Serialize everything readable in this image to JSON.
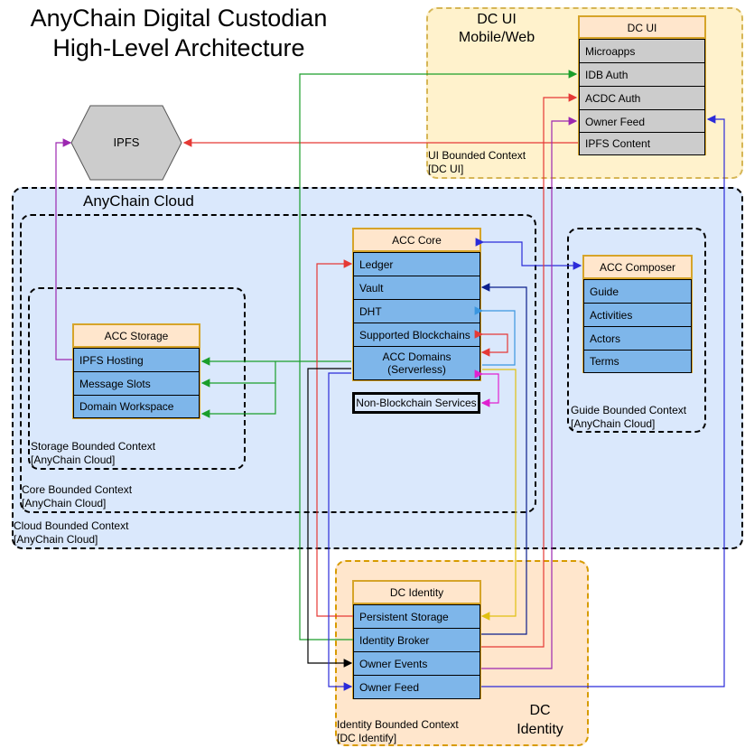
{
  "title": {
    "line1": "AnyChain Digital Custodian",
    "line2": "High-Level Architecture"
  },
  "ui_region": {
    "title_line1": "DC UI",
    "title_line2": "Mobile/Web",
    "context_label": "UI Bounded Context\n[DC UI]"
  },
  "cloud_region": {
    "title": "AnyChain Cloud",
    "context_label": "Cloud Bounded Context\n[AnyChain Cloud]"
  },
  "core_region": {
    "context_label": "Core Bounded Context\n[AnyChain Cloud]"
  },
  "storage_region": {
    "context_label": "Storage Bounded Context\n[AnyChain Cloud]"
  },
  "guide_region": {
    "context_label": "Guide Bounded Context\n[AnyChain Cloud]"
  },
  "identity_region": {
    "title_line1": "DC",
    "title_line2": "Identity",
    "context_label": "Identity Bounded Context\n[DC Identify]"
  },
  "ipfs": {
    "label": "IPFS"
  },
  "dc_ui": {
    "header": "DC UI",
    "rows": [
      "Microapps",
      "IDB Auth",
      "ACDC Auth",
      "Owner Feed",
      "IPFS Content"
    ]
  },
  "acc_core": {
    "header": "ACC Core",
    "rows": [
      "Ledger",
      "Vault",
      "DHT",
      "Supported Blockchains",
      "ACC Domains\n(Serverless)"
    ],
    "extra": "Non-Blockchain Services"
  },
  "acc_storage": {
    "header": "ACC Storage",
    "rows": [
      "IPFS Hosting",
      "Message Slots",
      "Domain Workspace"
    ]
  },
  "acc_composer": {
    "header": "ACC Composer",
    "rows": [
      "Guide",
      "Activities",
      "Actors",
      "Terms"
    ]
  },
  "dc_identity": {
    "header": "DC Identity",
    "rows": [
      "Persistent Storage",
      "Identity Broker",
      "Owner Events",
      "Owner Feed"
    ]
  },
  "colors": {
    "red": "#e53935",
    "green": "#1a9e2a",
    "blue": "#2b2bd9",
    "navy": "#0b1f8c",
    "cyan": "#3a96e0",
    "magenta": "#e020d0",
    "yellow": "#e0c010",
    "purple": "#9c27b0",
    "black": "#000000"
  }
}
